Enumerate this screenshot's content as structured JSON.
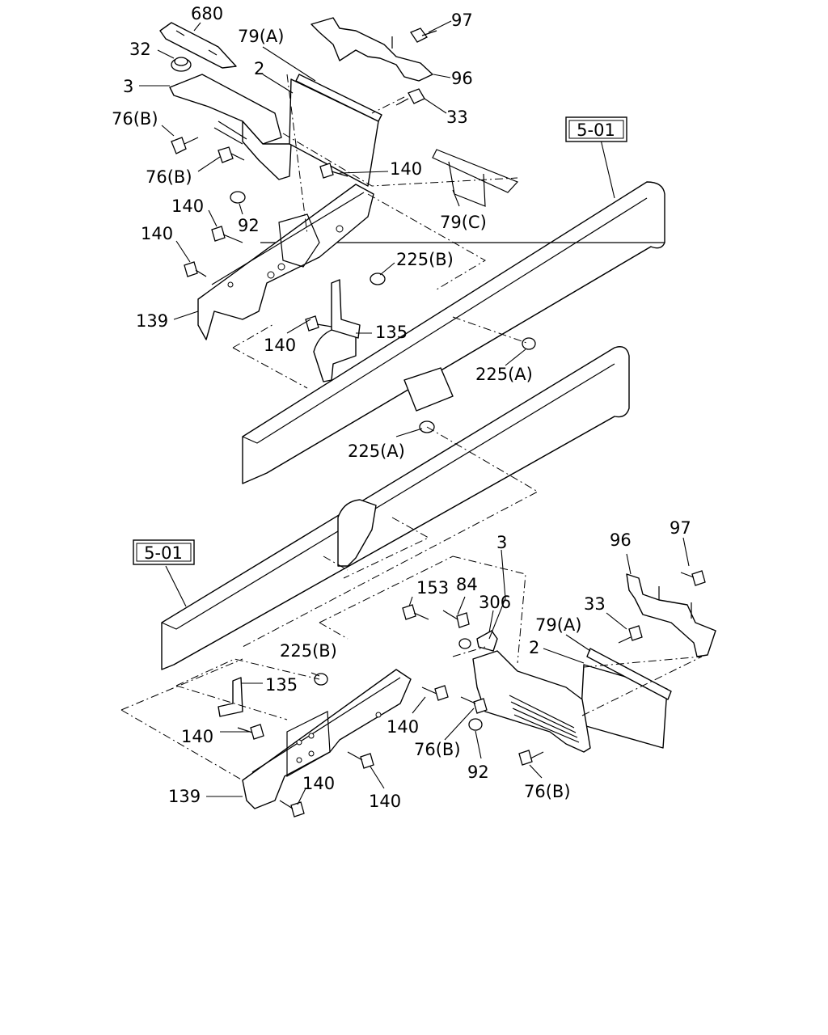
{
  "diagram": {
    "references": [
      "5-01",
      "5-01"
    ],
    "labels": [
      "680",
      "32",
      "3",
      "79(A)",
      "2",
      "97",
      "96",
      "33",
      "76(B)",
      "76(B)",
      "140",
      "140",
      "92",
      "140",
      "79(C)",
      "225(B)",
      "139",
      "135",
      "140",
      "225(A)",
      "225(A)",
      "3",
      "96",
      "97",
      "153",
      "84",
      "306",
      "33",
      "79(A)",
      "2",
      "225(B)",
      "135",
      "140",
      "76(B)",
      "140",
      "92",
      "139",
      "140",
      "140",
      "76(B)"
    ]
  }
}
